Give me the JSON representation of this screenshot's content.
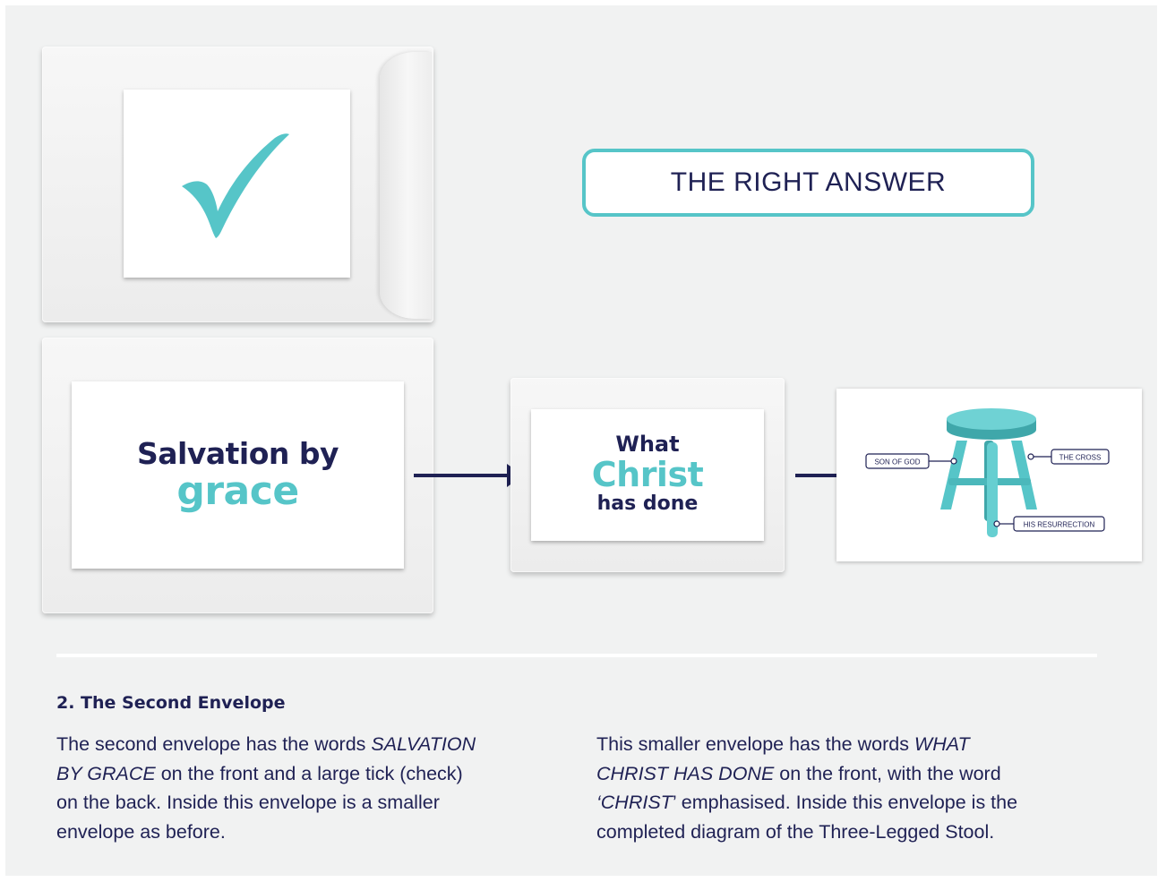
{
  "heading_box": {
    "label": "THE RIGHT ANSWER"
  },
  "card_grace": {
    "line1": "Salvation by",
    "line2": "grace"
  },
  "card_christ": {
    "line1": "What",
    "line2": "Christ",
    "line3": "has done"
  },
  "stool": {
    "label_left": "SON OF GOD",
    "label_right": "THE CROSS",
    "label_bottom": "HIS RESURRECTION"
  },
  "section": {
    "title": "2. The Second Envelope",
    "left_paragraph": {
      "l1a": "The second envelope has the words ",
      "l1b": "SALVATION",
      "l2a": "BY GRACE",
      "l2b": " on the front and a large tick (check)",
      "l3": "on the back. Inside this envelope is a smaller",
      "l4": "envelope as before."
    },
    "right_paragraph": {
      "l1a": "This smaller envelope has the words ",
      "l1b": "WHAT",
      "l2a": "CHRIST HAS DONE",
      "l2b": " on the front, with the word",
      "l3a": "‘CHRIST",
      "l3b": "’ emphasised. Inside this envelope is the",
      "l4": "completed diagram of the Three-Legged Stool."
    }
  },
  "colors": {
    "navy": "#1f2154",
    "teal": "#56c5c8",
    "panel": "#f1f2f2"
  },
  "icons": [
    "checkmark-icon",
    "arrow-right-icon",
    "stool-icon"
  ]
}
